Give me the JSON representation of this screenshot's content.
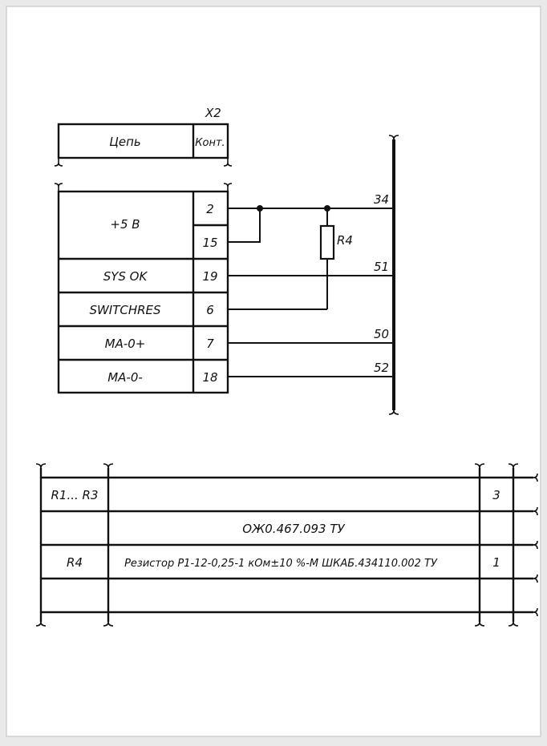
{
  "connector": {
    "designator": "X2",
    "header": {
      "circuit": "Цепь",
      "contact": "Конт."
    },
    "rows": [
      {
        "circuit": "+5 В",
        "contacts": [
          "2",
          "15"
        ]
      },
      {
        "circuit": "SYS OK",
        "contacts": [
          "19"
        ]
      },
      {
        "circuit": "SWITCHRES",
        "contacts": [
          "6"
        ]
      },
      {
        "circuit": "MA-0+",
        "contacts": [
          "7"
        ]
      },
      {
        "circuit": "MA-0-",
        "contacts": [
          "18"
        ]
      }
    ]
  },
  "resistor": {
    "designator": "R4"
  },
  "bus_labels": {
    "w34": "34",
    "w51": "51",
    "w50": "50",
    "w52": "52"
  },
  "parts_list": {
    "rows": [
      {
        "pos": "R1... R3",
        "name": "",
        "qty": "3"
      },
      {
        "pos": "",
        "name": "ОЖ0.467.093 ТУ",
        "qty": ""
      },
      {
        "pos": "R4",
        "name": "Резистор Р1-12-0,25-1 кОм±10 %-М  ШКАБ.434110.002 ТУ",
        "qty": "1"
      },
      {
        "pos": "",
        "name": "",
        "qty": ""
      }
    ]
  }
}
